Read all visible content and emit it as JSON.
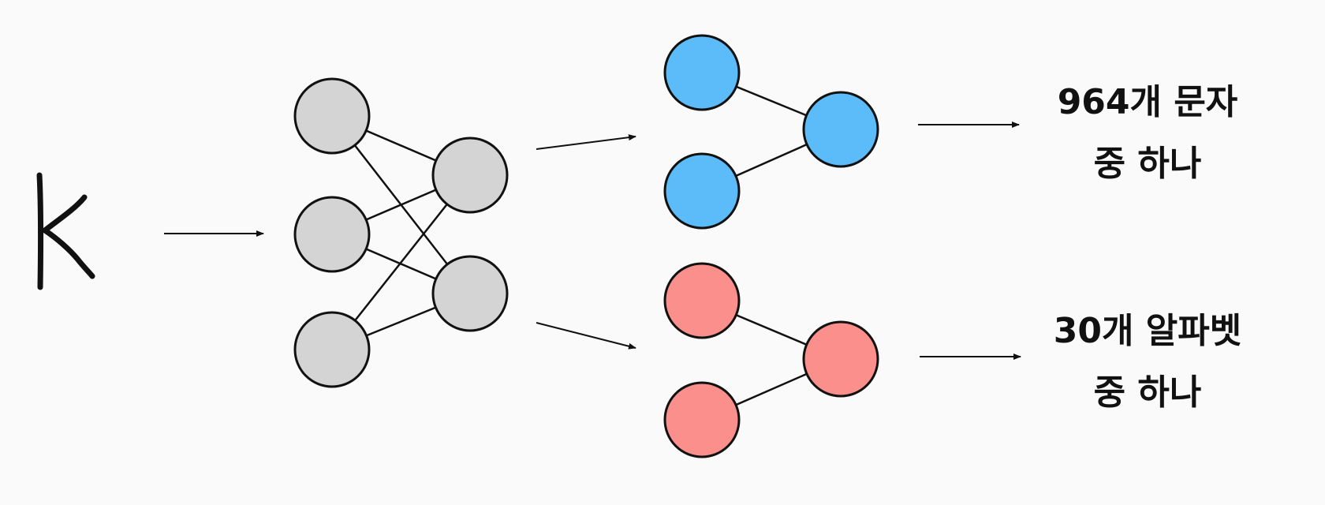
{
  "input_glyph": "K",
  "outputs": {
    "top": {
      "line1": "964개 문자",
      "line2": "중 하나"
    },
    "bottom": {
      "line1": "30개 알파벳",
      "line2": "중 하나"
    }
  },
  "colors": {
    "background": "#fafafa",
    "shared_node": "#d4d4d4",
    "top_head_node": "#5bbcf9",
    "bottom_head_node": "#fb8f8c",
    "stroke": "#111111"
  }
}
